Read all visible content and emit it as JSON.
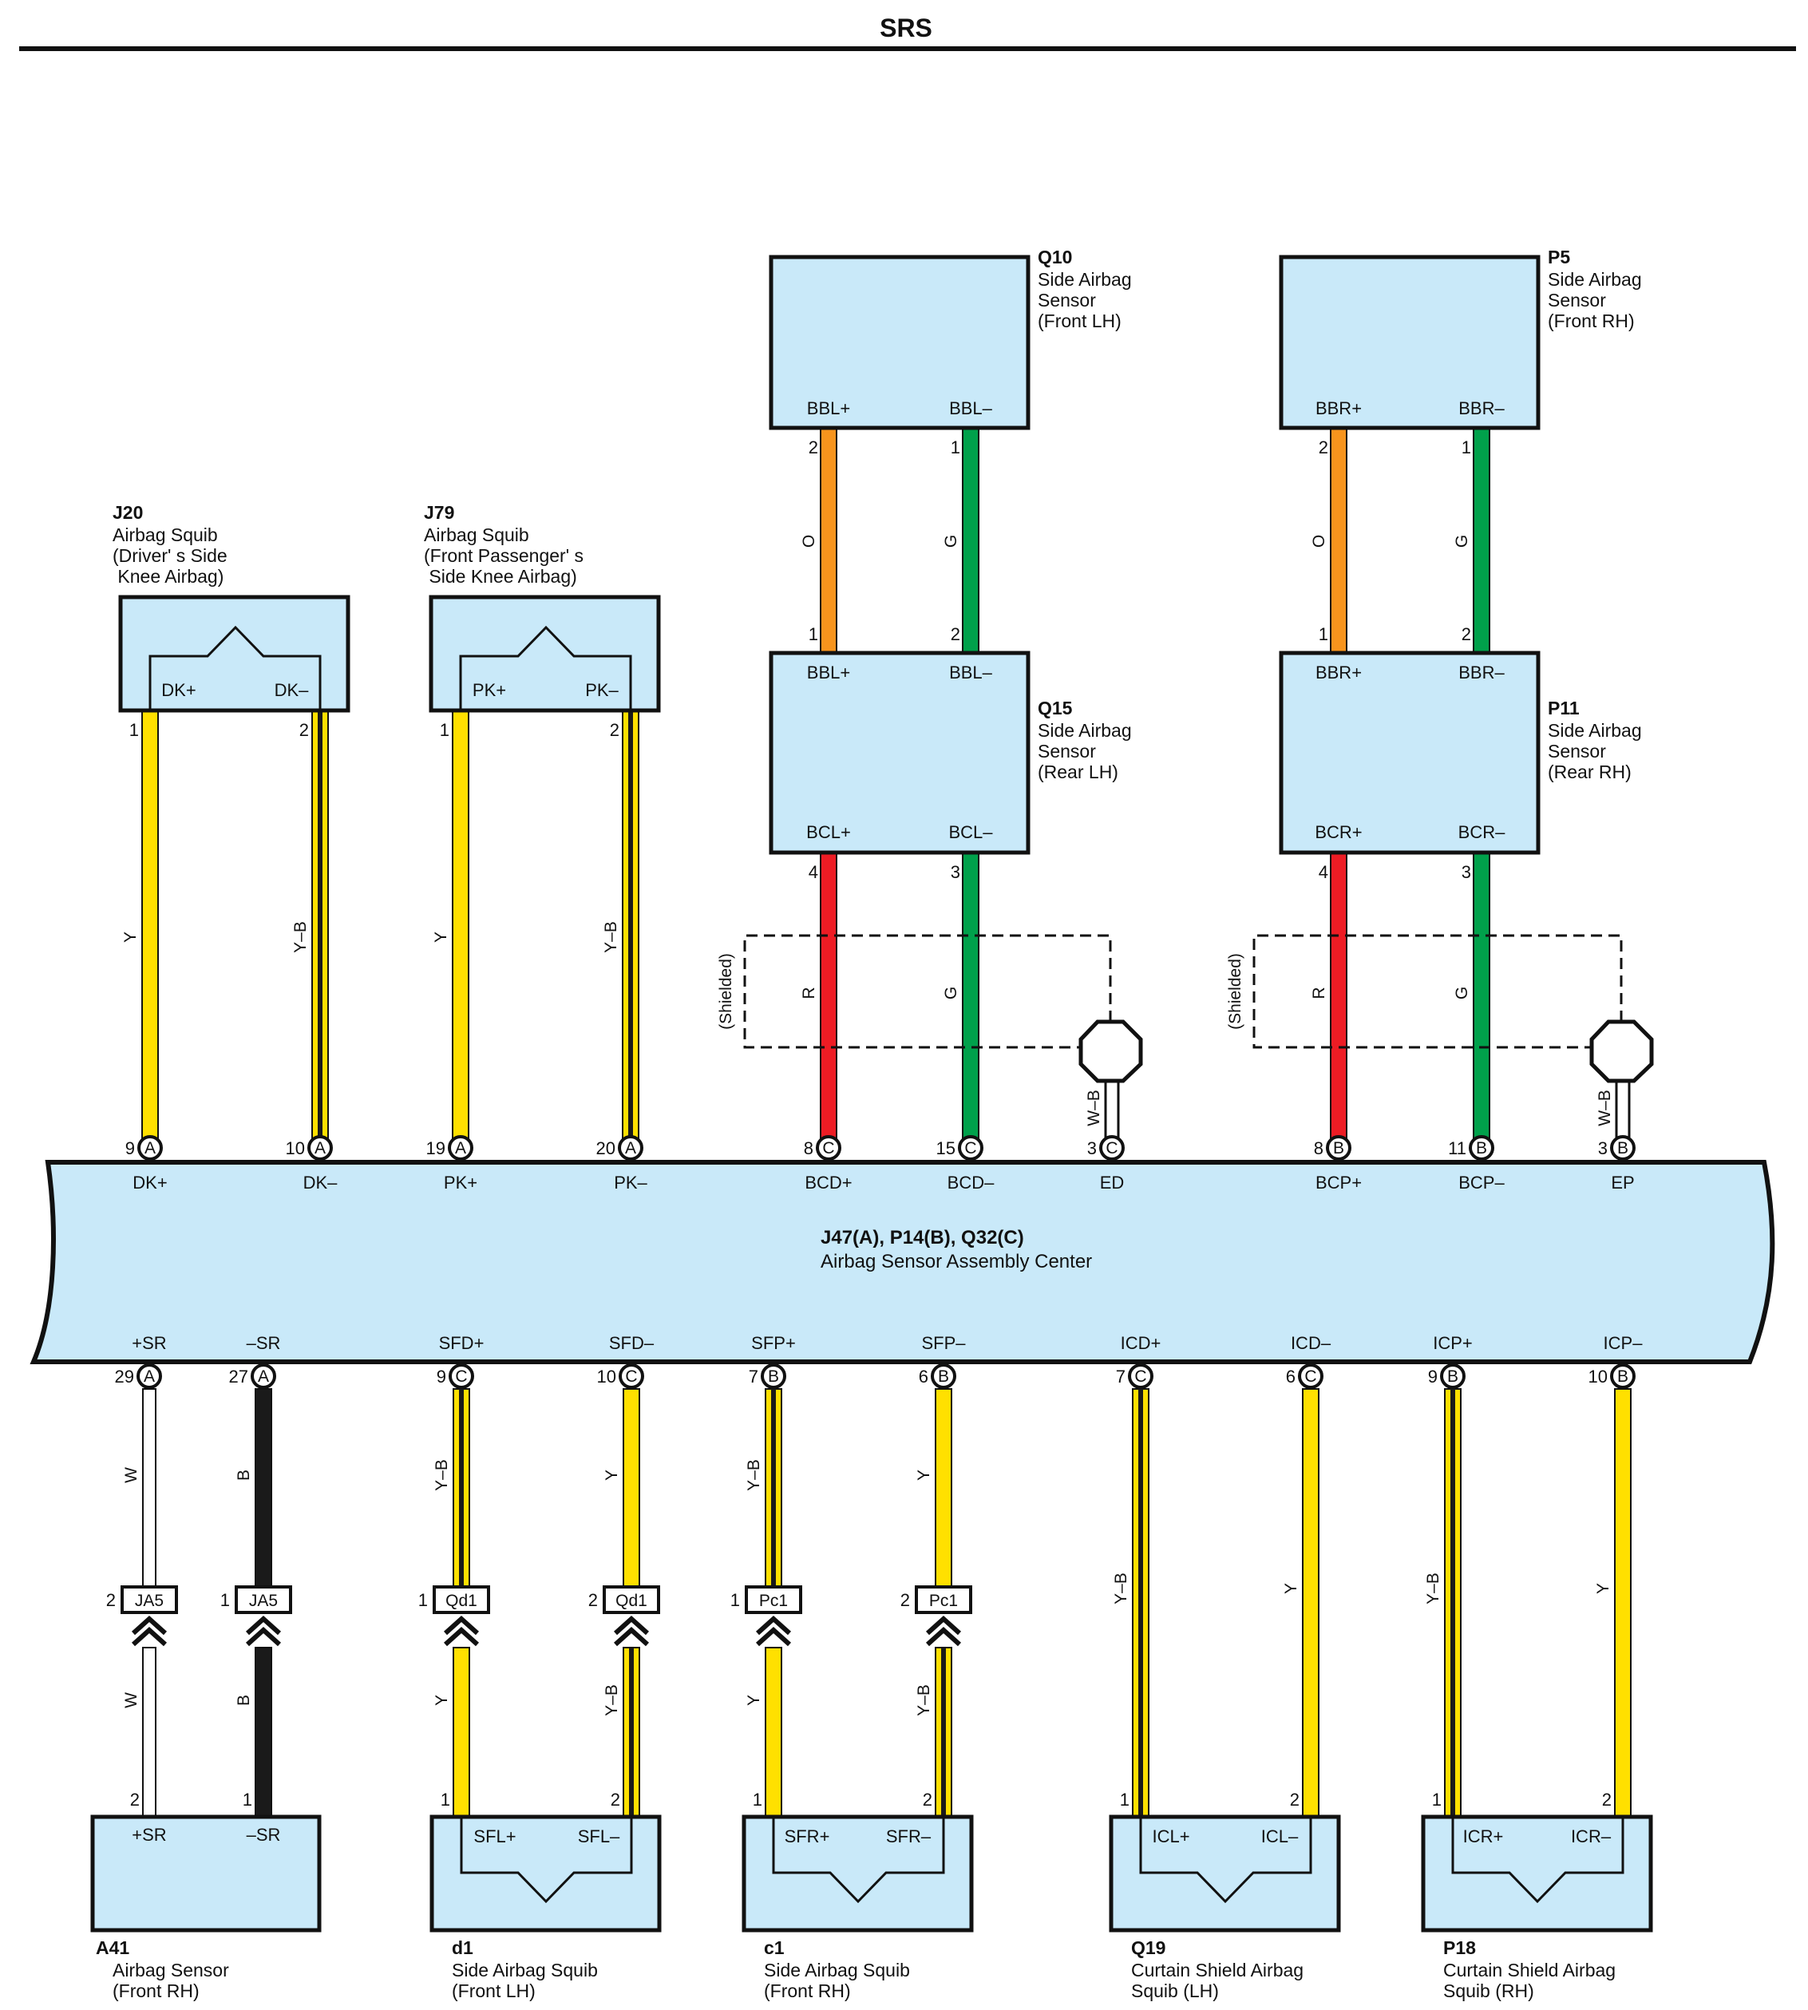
{
  "title": "SRS",
  "colors": {
    "Y": "#FFE000",
    "O": "#F7941D",
    "G": "#00A14B",
    "R": "#ED1C24",
    "B": "#1A1A1A",
    "W": "#FFFFFF",
    "box_fill": "#C9E9F9",
    "line": "#111111"
  },
  "center": {
    "code": "J47(A), P14(B), Q32(C)",
    "name": "Airbag Sensor Assembly Center",
    "top_pins": [
      {
        "num": "9",
        "conn": "A",
        "label": "DK+"
      },
      {
        "num": "10",
        "conn": "A",
        "label": "DK–"
      },
      {
        "num": "19",
        "conn": "A",
        "label": "PK+"
      },
      {
        "num": "20",
        "conn": "A",
        "label": "PK–"
      },
      {
        "num": "8",
        "conn": "C",
        "label": "BCD+"
      },
      {
        "num": "15",
        "conn": "C",
        "label": "BCD–"
      },
      {
        "num": "3",
        "conn": "C",
        "label": "ED"
      },
      {
        "num": "8",
        "conn": "B",
        "label": "BCP+"
      },
      {
        "num": "11",
        "conn": "B",
        "label": "BCP–"
      },
      {
        "num": "3",
        "conn": "B",
        "label": "EP"
      }
    ],
    "bottom_pins": [
      {
        "num": "29",
        "conn": "A",
        "label": "+SR"
      },
      {
        "num": "27",
        "conn": "A",
        "label": "–SR"
      },
      {
        "num": "9",
        "conn": "C",
        "label": "SFD+"
      },
      {
        "num": "10",
        "conn": "C",
        "label": "SFD–"
      },
      {
        "num": "7",
        "conn": "B",
        "label": "SFP+"
      },
      {
        "num": "6",
        "conn": "B",
        "label": "SFP–"
      },
      {
        "num": "7",
        "conn": "C",
        "label": "ICD+"
      },
      {
        "num": "6",
        "conn": "C",
        "label": "ICD–"
      },
      {
        "num": "9",
        "conn": "B",
        "label": "ICP+"
      },
      {
        "num": "10",
        "conn": "B",
        "label": "ICP–"
      }
    ]
  },
  "components": {
    "q10": {
      "code": "Q10",
      "lines": [
        "Side Airbag",
        "Sensor",
        "(Front LH)"
      ],
      "pin_left": "BBL+",
      "pin_right": "BBL–",
      "num_left": "2",
      "num_right": "1"
    },
    "p5": {
      "code": "P5",
      "lines": [
        "Side Airbag",
        "Sensor",
        "(Front RH)"
      ],
      "pin_left": "BBR+",
      "pin_right": "BBR–",
      "num_left": "2",
      "num_right": "1"
    },
    "q15": {
      "code": "Q15",
      "lines": [
        "Side Airbag",
        "Sensor",
        "(Rear LH)"
      ],
      "top_left": "BBL+",
      "top_right": "BBL–",
      "bottom_left": "BCL+",
      "bottom_right": "BCL–",
      "num_top_left": "1",
      "num_top_right": "2",
      "num_bottom_left": "4",
      "num_bottom_right": "3"
    },
    "p11": {
      "code": "P11",
      "lines": [
        "Side Airbag",
        "Sensor",
        "(Rear RH)"
      ],
      "top_left": "BBR+",
      "top_right": "BBR–",
      "bottom_left": "BCR+",
      "bottom_right": "BCR–",
      "num_top_left": "1",
      "num_top_right": "2",
      "num_bottom_left": "4",
      "num_bottom_right": "3"
    },
    "j20": {
      "code": "J20",
      "lines": [
        "Airbag Squib",
        "(Driver' s Side",
        " Knee Airbag)"
      ],
      "pin_left": "DK+",
      "pin_right": "DK–",
      "num_left": "1",
      "num_right": "2"
    },
    "j79": {
      "code": "J79",
      "lines": [
        "Airbag Squib",
        "(Front Passenger' s",
        " Side Knee Airbag)"
      ],
      "pin_left": "PK+",
      "pin_right": "PK–",
      "num_left": "1",
      "num_right": "2"
    },
    "a41": {
      "code": "A41",
      "lines": [
        "Airbag Sensor",
        "(Front RH)"
      ],
      "pin_left": "+SR",
      "pin_right": "–SR",
      "num_left": "2",
      "num_right": "1"
    },
    "d1": {
      "code": "d1",
      "lines": [
        "Side Airbag Squib",
        "(Front LH)"
      ],
      "pin_left": "SFL+",
      "pin_right": "SFL–",
      "num_left": "1",
      "num_right": "2"
    },
    "c1": {
      "code": "c1",
      "lines": [
        "Side Airbag Squib",
        "(Front RH)"
      ],
      "pin_left": "SFR+",
      "pin_right": "SFR–",
      "num_left": "1",
      "num_right": "2"
    },
    "q19": {
      "code": "Q19",
      "lines": [
        "Curtain Shield Airbag",
        "Squib (LH)"
      ],
      "pin_left": "ICL+",
      "pin_right": "ICL–",
      "num_left": "1",
      "num_right": "2"
    },
    "p18": {
      "code": "P18",
      "lines": [
        "Curtain Shield Airbag",
        "Squib (RH)"
      ],
      "pin_left": "ICR+",
      "pin_right": "ICR–",
      "num_left": "1",
      "num_right": "2"
    }
  },
  "shielded_label": "(Shielded)",
  "wires": {
    "j20_plus": "Y",
    "j20_minus": "Y–B",
    "j79_plus": "Y",
    "j79_minus": "Y–B",
    "q10_q15_plus": "O",
    "q10_q15_minus": "G",
    "q15_center_plus": "R",
    "q15_center_minus": "G",
    "ed_ground": "W–B",
    "p5_p11_plus": "O",
    "p5_p11_minus": "G",
    "p11_center_plus": "R",
    "p11_center_minus": "G",
    "ep_ground": "W–B",
    "sr_plus_top": "W",
    "sr_minus_top": "B",
    "sr_plus_bottom": "W",
    "sr_minus_bottom": "B",
    "sfd_plus_top": "Y–B",
    "sfd_minus_top": "Y",
    "sfl_plus_bottom": "Y",
    "sfl_minus_bottom": "Y–B",
    "sfp_plus_top": "Y–B",
    "sfp_minus_top": "Y",
    "sfr_plus_bottom": "Y",
    "sfr_minus_bottom": "Y–B",
    "icd_plus": "Y–B",
    "icd_minus": "Y",
    "icp_plus": "Y–B",
    "icp_minus": "Y"
  },
  "junctions": [
    {
      "code": "JA5",
      "pin": "2"
    },
    {
      "code": "JA5",
      "pin": "1"
    },
    {
      "code": "Qd1",
      "pin": "1"
    },
    {
      "code": "Qd1",
      "pin": "2"
    },
    {
      "code": "Pc1",
      "pin": "1"
    },
    {
      "code": "Pc1",
      "pin": "2"
    }
  ]
}
